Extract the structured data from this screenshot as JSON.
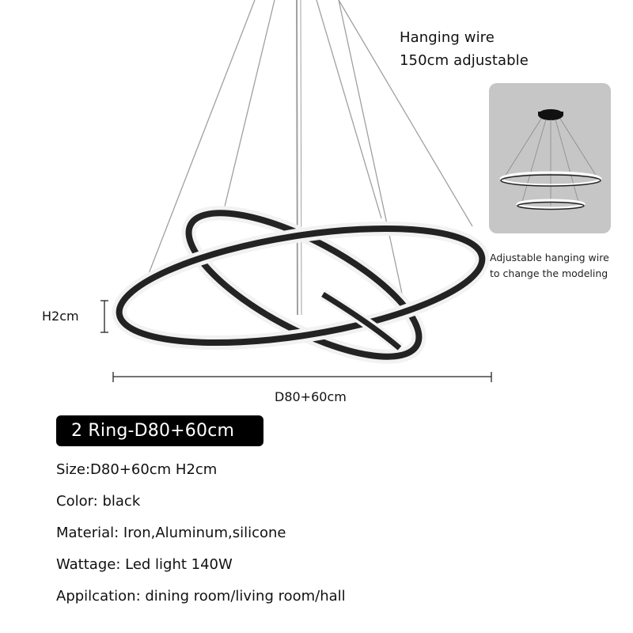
{
  "annotations": {
    "wire_note_line1": "Hanging wire",
    "wire_note_line2": "150cm adjustable",
    "height_label": "H2cm",
    "diameter_label": "D80+60cm"
  },
  "thumbnail": {
    "caption_line1": "Adjustable hanging wire",
    "caption_line2": "to change the modeling",
    "background_color": "#c6c6c6"
  },
  "model_badge": {
    "label": "2 Ring-D80+60cm"
  },
  "specs": [
    {
      "label": "Size",
      "text": "Size:D80+60cm H2cm"
    },
    {
      "label": "Color",
      "text": "Color:  black"
    },
    {
      "label": "Material",
      "text": "Material: Iron,Aluminum,silicone"
    },
    {
      "label": "Wattage",
      "text": "Wattage: Led light 140W"
    },
    {
      "label": "Application",
      "text": "Appilcation: dining room/living room/hall"
    }
  ],
  "colors": {
    "ring": "#222222",
    "wire": "#9a9a9a",
    "badge_bg": "#000000",
    "badge_text": "#ffffff"
  }
}
